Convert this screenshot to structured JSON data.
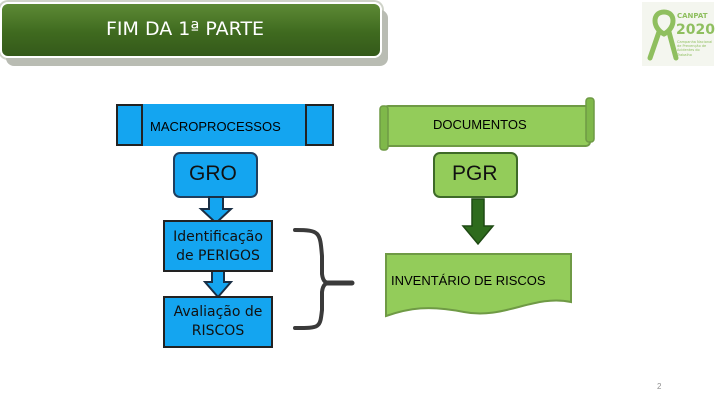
{
  "slide": {
    "title": "FIM DA 1ª PARTE",
    "page_number": "2"
  },
  "logo": {
    "line1": "CANPAT",
    "line2": "2020",
    "subtitle": "Campanha Nacional de Prevenção de Acidentes do Trabalho",
    "icon": "green-ribbon-icon"
  },
  "left_column": {
    "header": "MACROPROCESSOS",
    "main": "GRO",
    "step1": [
      "Identificação",
      "de PERIGOS"
    ],
    "step2": [
      "Avaliação de",
      "RISCOS"
    ]
  },
  "right_column": {
    "header": "DOCUMENTOS",
    "main": "PGR",
    "result": "INVENTÁRIO DE RISCOS"
  },
  "colors": {
    "blue": "#14a5f0",
    "green": "#93cc5a",
    "title_green": "#3f6a1f",
    "arrow_green": "#2e6b1d"
  }
}
